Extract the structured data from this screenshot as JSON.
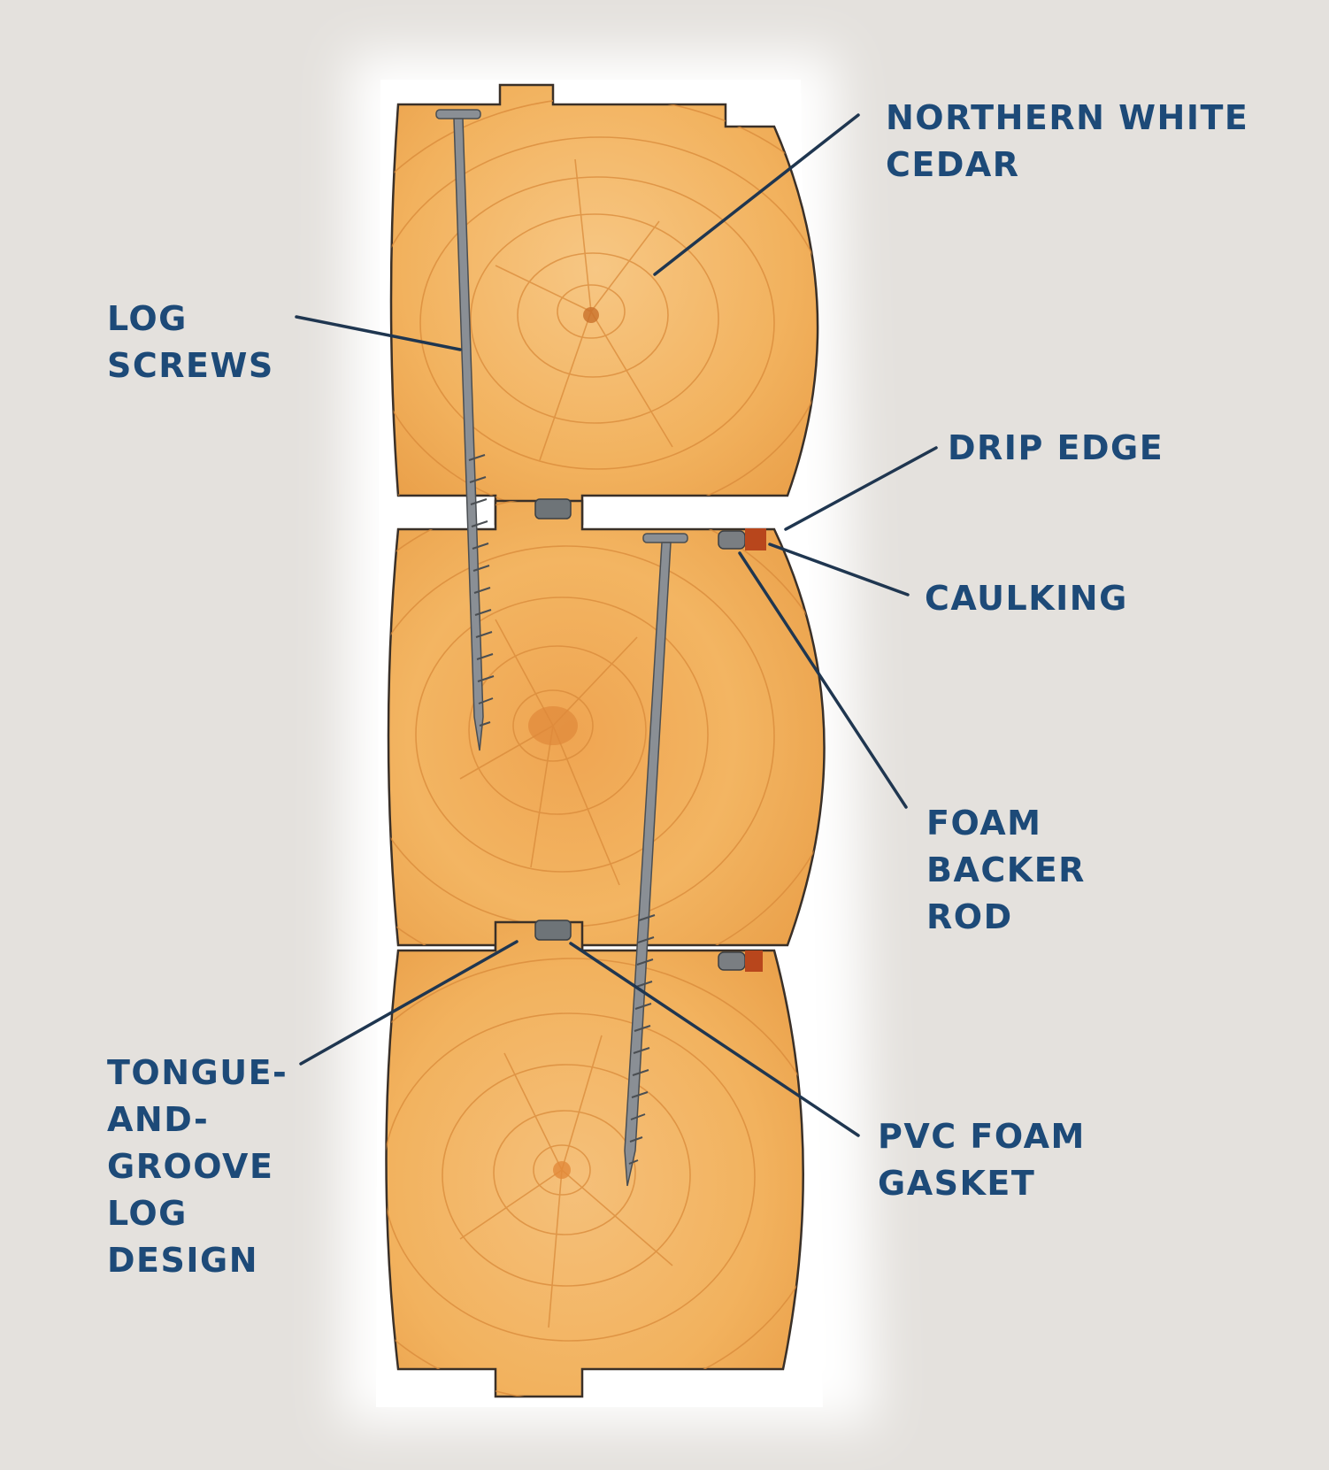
{
  "labels": {
    "northern_white_cedar": [
      "NORTHERN WHITE",
      "CEDAR"
    ],
    "log_screws": [
      "LOG",
      "SCREWS"
    ],
    "drip_edge": [
      "DRIP EDGE"
    ],
    "caulking": [
      "CAULKING"
    ],
    "foam_backer_rod": [
      "FOAM",
      "BACKER",
      "ROD"
    ],
    "tongue_and_groove": [
      "TONGUE-",
      "AND-",
      "GROOVE",
      "LOG",
      "DESIGN"
    ],
    "pvc_foam_gasket": [
      "PVC FOAM",
      "GASKET"
    ]
  },
  "colors": {
    "label_text": "#1d4a78",
    "leader_line": "#1f3650",
    "background": "#e4e1dd",
    "halo": "#ffffff",
    "wood": "#f2b25e",
    "wood_dark": "#de8f3c",
    "ring": "#d98a3a",
    "outline": "#3a3028",
    "screw": "#8a8f95",
    "gasket": "#6e7478",
    "caulking": "#b8461c"
  }
}
